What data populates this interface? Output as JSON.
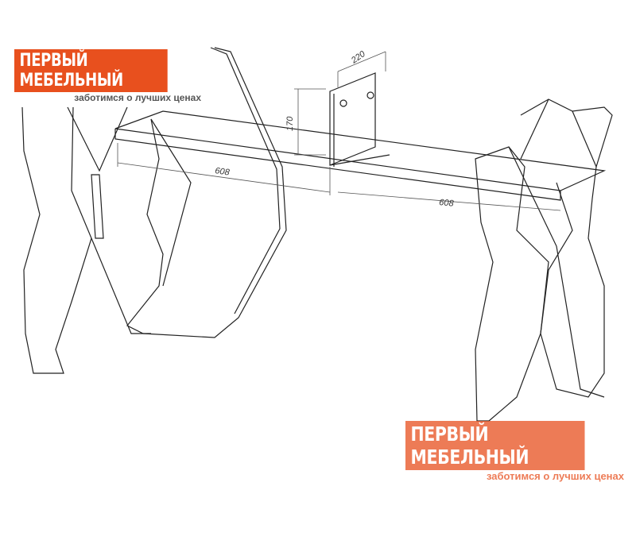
{
  "brand": {
    "name": "ПЕРВЫЙ МЕБЕЛЬНЫЙ",
    "tagline": "заботимся о лучших ценах",
    "color": "#e8501e"
  },
  "dimensions": {
    "depth": "220",
    "height": "170",
    "width_left": "608",
    "width_right": "608"
  }
}
